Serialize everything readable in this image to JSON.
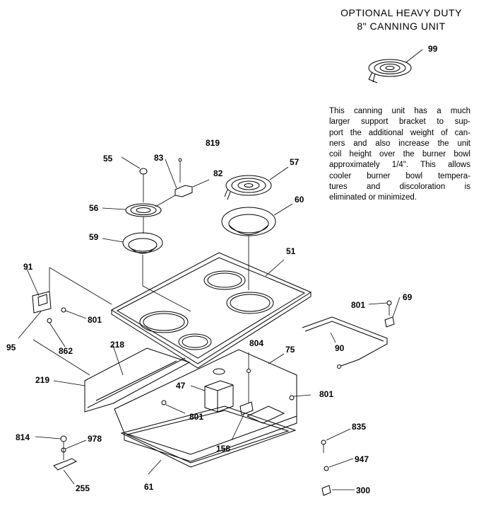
{
  "title": {
    "line1": "OPTIONAL HEAVY DUTY",
    "line2": "8\" CANNING UNIT"
  },
  "note_lines": [
    "This canning unit has a much",
    "larger support bracket to sup-",
    "port the additional weight of can-",
    "ners and also increase the unit",
    "coil height over the burner bowl",
    "approximately 1/4\". This allows",
    "cooler burner bowl tempera-",
    "tures and discoloration is",
    "eliminated or minimized."
  ],
  "parts": {
    "p99": "99",
    "p55": "55",
    "p83": "83",
    "p819": "819",
    "p82": "82",
    "p57": "57",
    "p56": "56",
    "p60": "60",
    "p59": "59",
    "p51": "51",
    "p91": "91",
    "p801a": "801",
    "p69": "69",
    "p801b": "801",
    "p95": "95",
    "p862": "862",
    "p218": "218",
    "p804": "804",
    "p75": "75",
    "p90": "90",
    "p219": "219",
    "p47": "47",
    "p801c": "801",
    "p801d": "801",
    "p814": "814",
    "p978": "978",
    "p835": "835",
    "p158": "158",
    "p947": "947",
    "p255": "255",
    "p61": "61",
    "p300": "300"
  }
}
